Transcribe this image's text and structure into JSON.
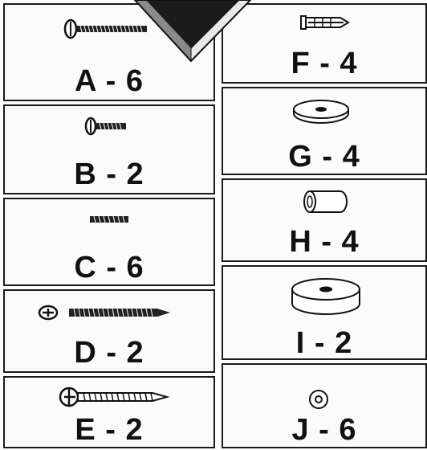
{
  "parts": [
    {
      "id": "a",
      "label": "A - 6",
      "icon": "long-screw-icon"
    },
    {
      "id": "b",
      "label": "B - 2",
      "icon": "short-screw-icon"
    },
    {
      "id": "c",
      "label": "C - 6",
      "icon": "dowel-pin-icon"
    },
    {
      "id": "d",
      "label": "D - 2",
      "icon": "phillips-screw-icon"
    },
    {
      "id": "e",
      "label": "E - 2",
      "icon": "wood-screw-icon"
    },
    {
      "id": "f",
      "label": "F - 4",
      "icon": "wall-anchor-icon"
    },
    {
      "id": "g",
      "label": "G - 4",
      "icon": "thin-washer-icon"
    },
    {
      "id": "h",
      "label": "H - 4",
      "icon": "spacer-tube-icon"
    },
    {
      "id": "i",
      "label": "I - 2",
      "icon": "thick-washer-icon"
    },
    {
      "id": "j",
      "label": "J - 6",
      "icon": "screw-cap-icon"
    }
  ],
  "colors": {
    "ink": "#111111",
    "border": "#1a1a1a",
    "paper": "#fbfbfb"
  }
}
